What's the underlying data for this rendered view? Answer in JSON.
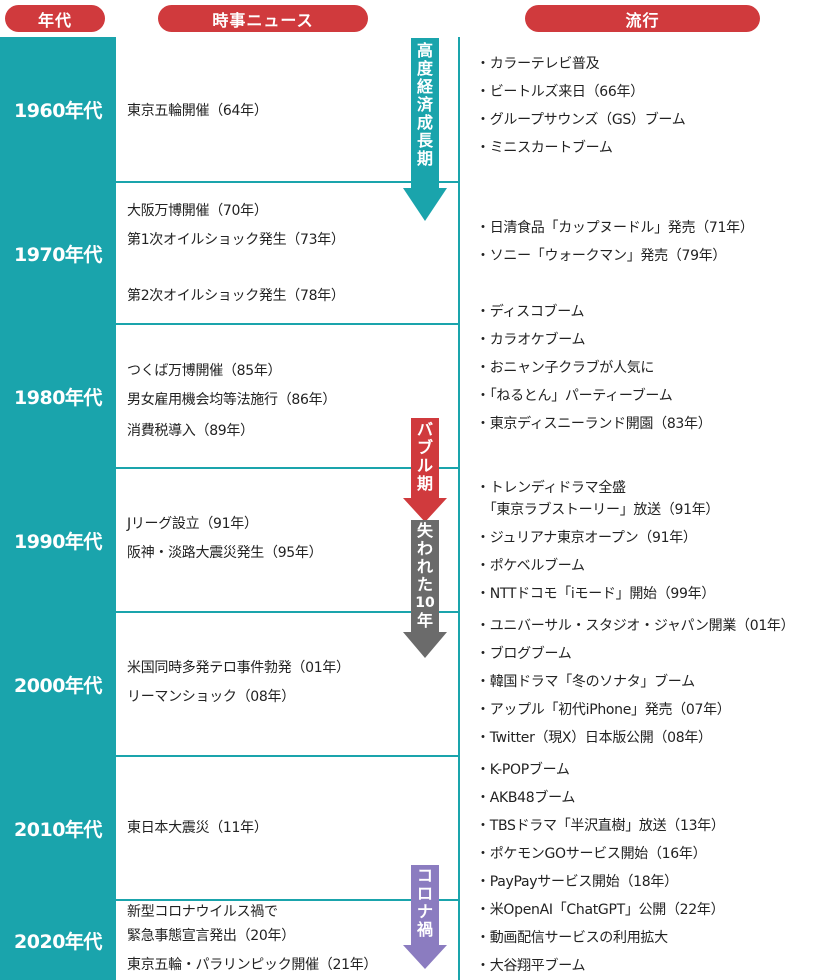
{
  "headers": {
    "decade": "年代",
    "news": "時事ニュース",
    "trends": "流行"
  },
  "decades": [
    "1960年代",
    "1970年代",
    "1980年代",
    "1990年代",
    "2000年代",
    "2010年代",
    "2020年代"
  ],
  "news": [
    "東京五輪開催（64年）",
    "大阪万博開催（70年）",
    "第1次オイルショック発生（73年）",
    "第2次オイルショック発生（78年）",
    "つくば万博開催（85年）",
    "男女雇用機会均等法施行（86年）",
    "消費税導入（89年）",
    "Jリーグ設立（91年）",
    "阪神・淡路大震災発生（95年）",
    "米国同時多発テロ事件勃発（01年）",
    "リーマンショック（08年）",
    "東日本大震災（11年）",
    "新型コロナウイルス禍で",
    "緊急事態宣言発出（20年）",
    "東京五輪・パラリンピック開催（21年）"
  ],
  "trends": [
    "・カラーテレビ普及",
    "・ビートルズ来日（66年）",
    "・グループサウンズ（GS）ブーム",
    "・ミニスカートブーム",
    "・日清食品「カップヌードル」発売（71年）",
    "・ソニー「ウォークマン」発売（79年）",
    "・ディスコブーム",
    "・カラオケブーム",
    "・おニャン子クラブが人気に",
    "・「ねるとん」パーティーブーム",
    "・東京ディスニーランド開園（83年）",
    "・トレンディドラマ全盛",
    "　「東京ラブストーリー」放送（91年）",
    "・ジュリアナ東京オープン（91年）",
    "・ポケベルブーム",
    "・NTTドコモ「iモード」開始（99年）",
    "・ユニバーサル・スタジオ・ジャパン開業（01年）",
    "・ブログブーム",
    "・韓国ドラマ「冬のソナタ」ブーム",
    "・アップル「初代iPhone」発売（07年）",
    "・Twitter（現X）日本版公開（08年）",
    "・K-POPブーム",
    "・AKB48ブーム",
    "・TBSドラマ「半沢直樹」放送（13年）",
    "・ポケモンGOサービス開始（16年）",
    "・PayPayサービス開始（18年）",
    "・米OpenAI「ChatGPT」公開（22年）",
    "・動画配信サービスの利用拡大",
    "・大谷翔平ブーム"
  ],
  "eras": {
    "high_growth": [
      "高",
      "度",
      "経",
      "済",
      "成",
      "長",
      "期"
    ],
    "bubble": [
      "バ",
      "ブ",
      "ル",
      "期"
    ],
    "lost_decade": [
      "失",
      "わ",
      "れ",
      "た",
      "10",
      "年"
    ],
    "covid": [
      "コ",
      "ロ",
      "ナ",
      "禍"
    ]
  },
  "colors": {
    "header": "#d03a3d",
    "teal": "#1aa4ac",
    "bubble": "#d03a3d",
    "lost": "#6b6b6b",
    "covid": "#8b7cc0"
  }
}
